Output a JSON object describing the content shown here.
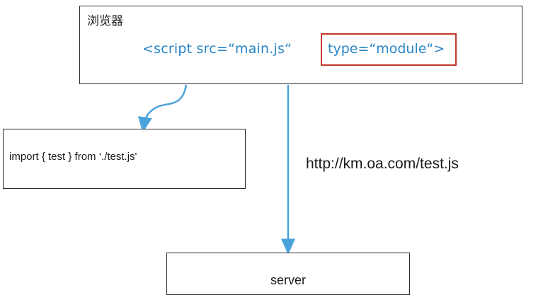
{
  "browser": {
    "title": "浏览器",
    "script_tag": "<script src=“main.js“",
    "type_attr": "type=“module“>"
  },
  "import_box": {
    "code": "import { test } from ‘./test.js'"
  },
  "request": {
    "url": "http://km.oa.com/test.js"
  },
  "server": {
    "label": "server"
  },
  "colors": {
    "code_blue": "#2a86c8",
    "highlight_red": "#c0392b",
    "arrow_blue": "#4aa3dc",
    "border": "#2b2b2b"
  }
}
